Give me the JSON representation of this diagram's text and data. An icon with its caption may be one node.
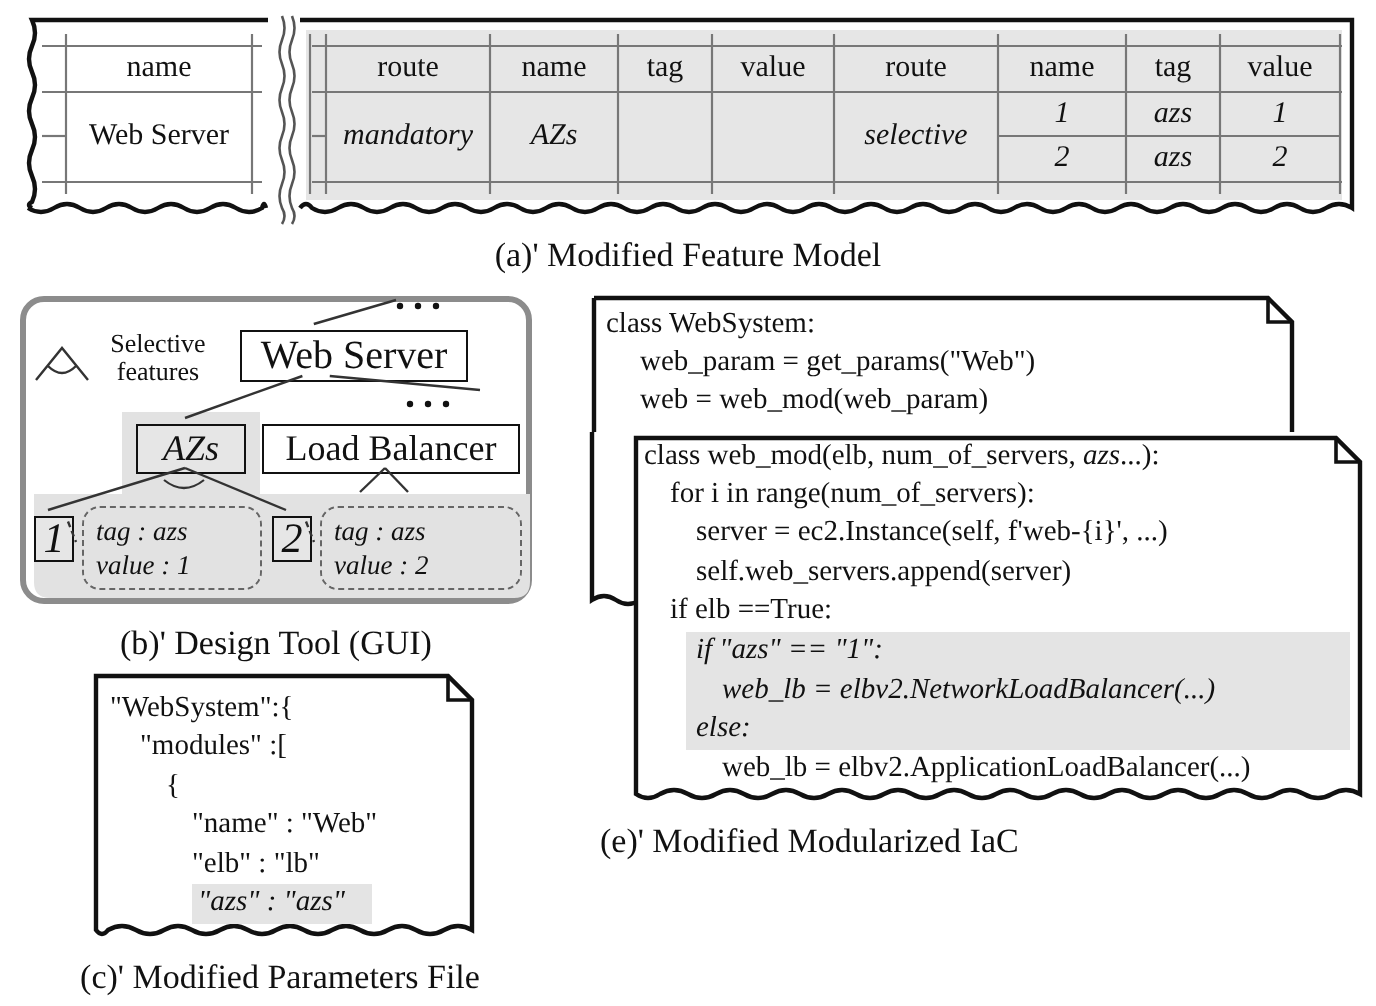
{
  "diagram": {
    "nodes": [
      {
        "text": [],
        "shape": "box"
      },
      {
        "text": [
          "Web Server"
        ],
        "in": 0
      },
      {
        "text": [
          "AZs"
        ],
        "in": 0
      },
      {
        "text": [
          "Load Balancer"
        ],
        "in": 0
      },
      {
        "text": [
          "1"
        ],
        "in": 0
      },
      {
        "text": [
          "tag : azs",
          "value : 1"
        ],
        "in": 0
      },
      {
        "text": [
          "2"
        ],
        "in": 0
      },
      {
        "text": [
          "tag : azs",
          "value : 2"
        ],
        "in": 0
      },
      {
        "text": [
          "\"WebSystem\":{",
          "\"modules\" :[",
          "{",
          "\"name\" : \"Web\"",
          "\"elb\" : \"lb\""
        ]
      },
      {
        "text": [
          "\"azs\" : \"azs\""
        ],
        "in": 8
      },
      {
        "text": [
          "class WebSystem:",
          "web_param = get_params(\"Web\")",
          "web = web_mod(web_param)"
        ]
      },
      {
        "text": [
          "class web_mod(elb, num_of_servers, *azs*...):",
          "for i in range(num_of_servers):",
          "server = ec2.Instance(self, f'web-{i}', ...)",
          "self.web_servers.append(server)",
          "if elb ==True:",
          "web_lb = elbv2.ApplicationLoadBalancer(...)"
        ]
      },
      {
        "text": [
          "if \"azs\" == \"1\":",
          "web_lb = elbv2.NetworkLoadBalancer(...)",
          "else:"
        ],
        "in": 11
      }
    ],
    "edges": [
      {
        "from": 1,
        "to": null,
        "arrow": "none"
      },
      {
        "from": 1,
        "to": null,
        "arrow": "none"
      },
      {
        "from": 1,
        "to": 2,
        "arrow": "none"
      },
      {
        "from": 3,
        "to": null,
        "arrow": "none"
      },
      {
        "from": 3,
        "to": null,
        "arrow": "none"
      },
      {
        "from": 2,
        "to": 4,
        "arrow": "none"
      },
      {
        "from": 2,
        "to": 6,
        "arrow": "none"
      },
      {
        "from": 4,
        "to": 5,
        "arrow": "none",
        "style": "dashed"
      },
      {
        "from": 6,
        "to": 7,
        "arrow": "none",
        "style": "dashed"
      }
    ],
    "labels": [
      "name",
      "Web Server",
      "route",
      "name",
      "tag",
      "value",
      "route",
      "name",
      "tag",
      "value",
      "mandatory",
      "AZs",
      "selective",
      "1",
      "azs",
      "1",
      "2",
      "azs",
      "2",
      "(a)' Modified Feature Model",
      "Selective features",
      "(b)' Design Tool (GUI)",
      "(c)' Modified Parameters File",
      "(e)' Modified Modularized IaC"
    ]
  }
}
